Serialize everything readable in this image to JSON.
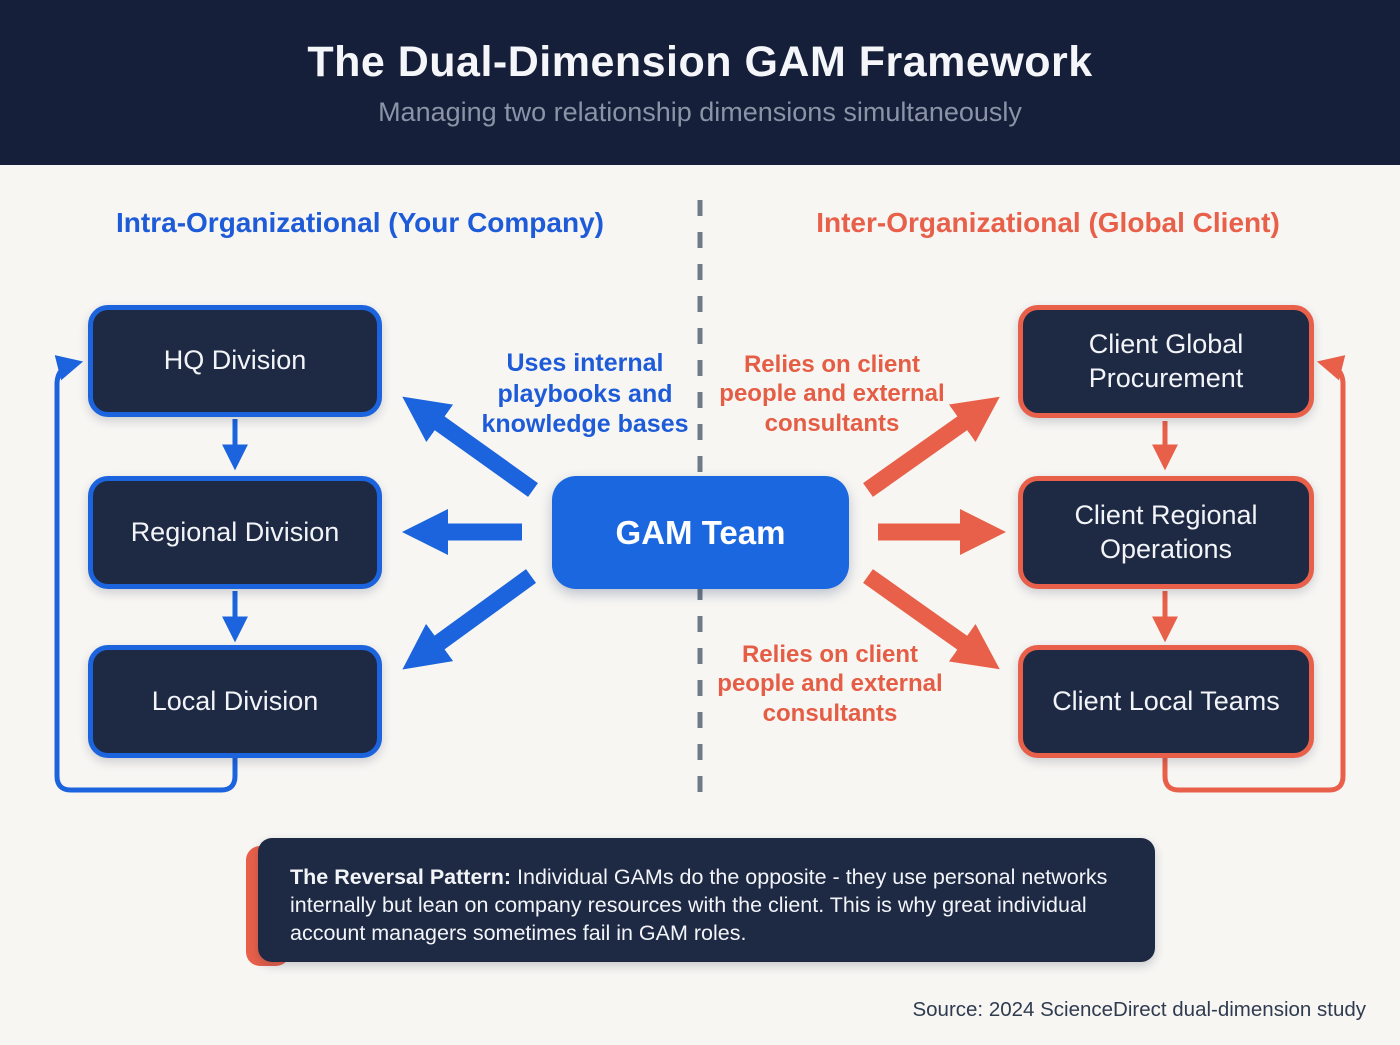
{
  "header": {
    "title": "The Dual-Dimension GAM Framework",
    "subtitle": "Managing two relationship dimensions simultaneously"
  },
  "sections": {
    "left_title": "Intra-Organizational (Your Company)",
    "right_title": "Inter-Organizational (Global Client)"
  },
  "left_column": {
    "boxes": [
      {
        "label": "HQ Division"
      },
      {
        "label": "Regional Division"
      },
      {
        "label": "Local Division"
      }
    ]
  },
  "right_column": {
    "boxes": [
      {
        "label": "Client Global Procurement"
      },
      {
        "label": "Client Regional Operations"
      },
      {
        "label": "Client Local Teams"
      }
    ]
  },
  "center": {
    "gam_label": "GAM Team"
  },
  "annotations": {
    "internal_label": "Uses internal playbooks and knowledge bases",
    "client_label_top": "Relies on client people and external consultants",
    "client_label_bottom": "Relies on client people and external consultants"
  },
  "note": {
    "lead": "The Reversal Pattern:",
    "body": " Individual GAMs do the opposite - they use personal networks internally but lean on company resources with the client. This is why great individual account managers sometimes fail in GAM roles."
  },
  "source": "Source: 2024 ScienceDirect dual-dimension study",
  "colors": {
    "blue": "#1b64dd",
    "blue_text": "#1d5bd8",
    "orange": "#e8604a",
    "navy_box": "#1e2a44",
    "header_bg": "#161f39",
    "background": "#f7f6f3",
    "divider": "#6e7a87"
  }
}
